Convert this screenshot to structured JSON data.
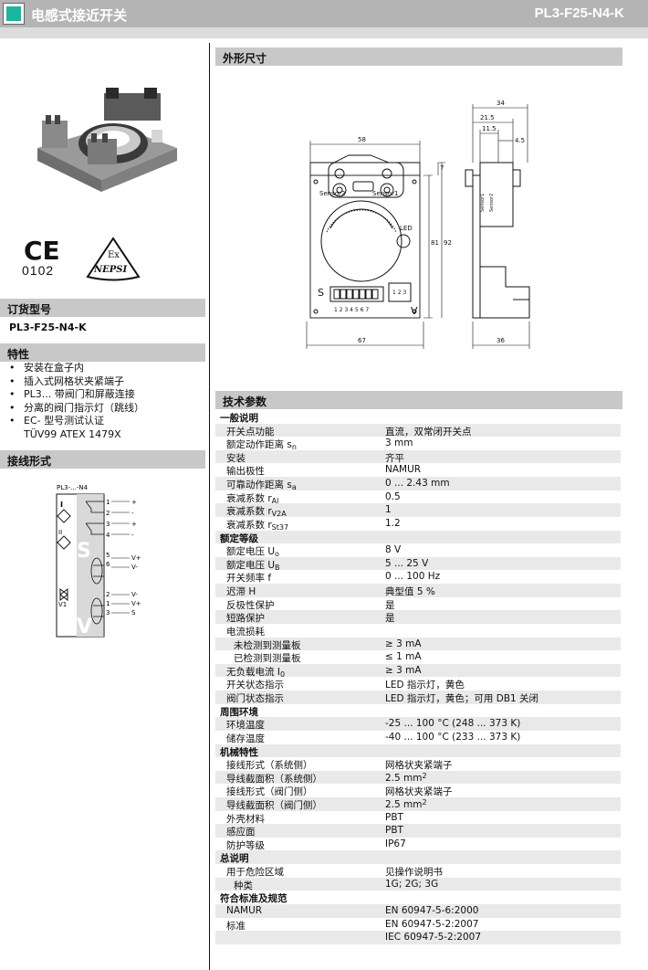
{
  "header": {
    "title": "电感式接近开关",
    "model": "PL3-F25-N4-K",
    "accent_color": "#1db59d"
  },
  "certs": {
    "ce_number": "0102",
    "ex_mark": "Ex",
    "nepsi": "NEPSI"
  },
  "sections": {
    "order_code_title": "订货型号",
    "order_code_value": "PL3-F25-N4-K",
    "features_title": "特性",
    "wiring_title": "接线形式",
    "dimensions_title": "外形尺寸",
    "tech_title": "技术参数"
  },
  "features": [
    "安装在盒子内",
    "插入式网格状夹紧端子",
    "PL3... 带阀门和屏蔽连接",
    "分离的阀门指示灯（跳线）",
    "EC- 型号测试认证"
  ],
  "features_extra": "TÜV99 ATEX 1479X",
  "wiring": {
    "label": "PL3-...-N4",
    "terms_top": [
      "1",
      "2",
      "3",
      "4",
      "5",
      "6"
    ],
    "signs_top": [
      "+",
      "-",
      "+",
      "-",
      "V+",
      "V-"
    ],
    "terms_bottom": [
      "2",
      "1",
      "3"
    ],
    "signs_bottom": [
      "V-",
      "V+",
      "S"
    ],
    "big_s": "S",
    "big_v": "V",
    "sym_I": "I",
    "sym_II": "II",
    "sym_V1": "V1"
  },
  "dimensions": {
    "d34": "34",
    "d21_5": "21.5",
    "d11_5": "11.5",
    "d4_5": "4.5",
    "d58": "58",
    "d7": "7",
    "d81": "81",
    "d92": "92",
    "d67": "67",
    "d36": "36",
    "sensor2": "Sensor2",
    "sensor1": "Sensor1",
    "led": "LED",
    "s_label": "S",
    "v_label": "V",
    "terminals": "1 2 3 4 5 6 7",
    "side_terms": "1 2 3",
    "sensor_side1": "Sensor1",
    "sensor_side2": "Sensor2"
  },
  "tech_rows": [
    {
      "type": "group",
      "label": "一般说明",
      "value": ""
    },
    {
      "type": "row",
      "label": "开关点功能",
      "value": "直流，双常闭开关点"
    },
    {
      "type": "row",
      "label": "额定动作距离 s",
      "sub": "n",
      "value": "3 mm"
    },
    {
      "type": "row",
      "label": "安装",
      "value": "齐平"
    },
    {
      "type": "row",
      "label": "输出极性",
      "value": "NAMUR"
    },
    {
      "type": "row",
      "label": "可靠动作距离 s",
      "sub": "a",
      "value": "0 ... 2.43 mm"
    },
    {
      "type": "row",
      "label": "衰减系数 r",
      "sub": "Al",
      "value": "0.5"
    },
    {
      "type": "row",
      "label": "衰减系数 r",
      "sub": "V2A",
      "value": "1"
    },
    {
      "type": "row",
      "label": "衰减系数 r",
      "sub": "St37",
      "value": "1.2"
    },
    {
      "type": "group",
      "label": "额定等级",
      "value": ""
    },
    {
      "type": "row",
      "label": "额定电压  U",
      "sub": "o",
      "value": "8 V"
    },
    {
      "type": "row",
      "label": "额定电压  U",
      "sub": "B",
      "value": "5 ... 25 V"
    },
    {
      "type": "row",
      "label": "开关频率 f",
      "value": "0 ... 100 Hz"
    },
    {
      "type": "row",
      "label": "迟滞 H",
      "value": "典型值 5 %"
    },
    {
      "type": "row",
      "label": "反极性保护",
      "value": "是"
    },
    {
      "type": "row",
      "label": "短路保护",
      "value": "是"
    },
    {
      "type": "row",
      "label": "电流损耗",
      "value": ""
    },
    {
      "type": "subrow",
      "label": "未检测到测量板",
      "value": "≥ 3 mA"
    },
    {
      "type": "subrow",
      "label": "已检测到测量板",
      "value": "≤ 1 mA"
    },
    {
      "type": "row",
      "label": "无负载电流  I",
      "sub": "0",
      "value": "≥ 3 mA"
    },
    {
      "type": "row",
      "label": "开关状态指示",
      "value": "LED 指示灯，黄色"
    },
    {
      "type": "row",
      "label": "阀门状态指示",
      "value": "LED 指示灯，黄色；可用 DB1 关闭"
    },
    {
      "type": "group",
      "label": "周围环境",
      "value": ""
    },
    {
      "type": "row",
      "label": "环境温度",
      "value": "-25 ... 100 °C (248 ... 373 K)"
    },
    {
      "type": "row",
      "label": "储存温度",
      "value": "-40 ... 100 °C (233 ... 373 K)"
    },
    {
      "type": "group",
      "label": "机械特性",
      "value": ""
    },
    {
      "type": "row",
      "label": "接线形式（系统侧）",
      "value": "网格状夹紧端子"
    },
    {
      "type": "row",
      "label": "导线截面积（系统侧）",
      "value": "2.5 mm",
      "sup": "2"
    },
    {
      "type": "row",
      "label": "接线形式（阀门侧）",
      "value": "网格状夹紧端子"
    },
    {
      "type": "row",
      "label": "导线截面积（阀门侧）",
      "value": "2.5 mm",
      "sup": "2"
    },
    {
      "type": "row",
      "label": "外壳材料",
      "value": "PBT"
    },
    {
      "type": "row",
      "label": "感应面",
      "value": "PBT"
    },
    {
      "type": "row",
      "label": "防护等级",
      "value": "IP67"
    },
    {
      "type": "group",
      "label": "总说明",
      "value": ""
    },
    {
      "type": "row",
      "label": "用于危险区域",
      "value": "见操作说明书"
    },
    {
      "type": "subrow",
      "label": "种类",
      "value": "1G; 2G; 3G"
    },
    {
      "type": "group",
      "label": "符合标准及规范",
      "value": ""
    },
    {
      "type": "row",
      "label": "NAMUR",
      "value": "EN 60947-5-6:2000"
    },
    {
      "type": "row",
      "label": "标准",
      "value": "EN 60947-5-2:2007"
    },
    {
      "type": "row",
      "label": "",
      "value": "IEC 60947-5-2:2007"
    }
  ]
}
